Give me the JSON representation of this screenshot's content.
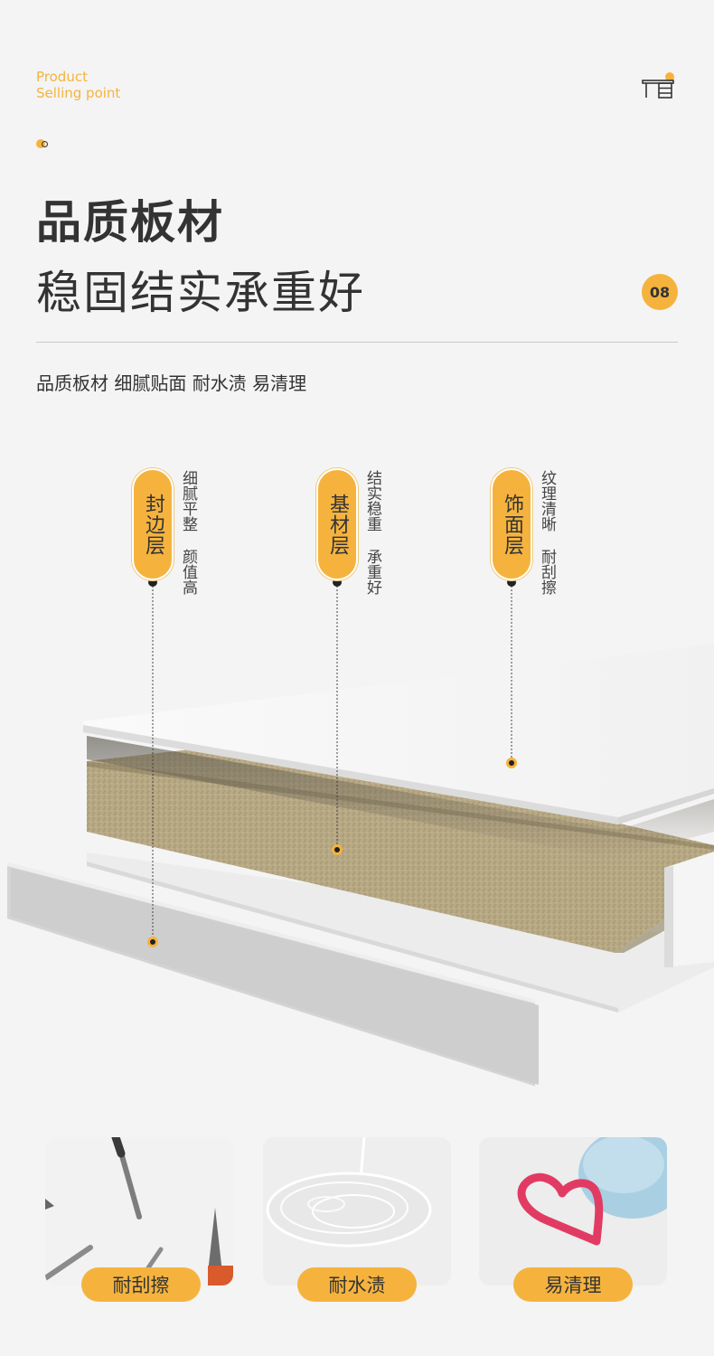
{
  "header": {
    "eyebrow_line1": "Product",
    "eyebrow_line2": "Selling point",
    "title_bold": "品质板材",
    "title_light": "稳固结实承重好",
    "badge": "08",
    "subtitle": "品质板材 细腻贴面 耐水渍 易清理"
  },
  "layers": [
    {
      "name": "封边层",
      "desc_1": "细腻平整",
      "desc_2": "颜值高"
    },
    {
      "name": "基材层",
      "desc_1": "结实稳重",
      "desc_2": "承重好"
    },
    {
      "name": "饰面层",
      "desc_1": "纹理清晰",
      "desc_2": "耐刮擦"
    }
  ],
  "features": [
    {
      "label": "耐刮擦",
      "icon": "tools-photo"
    },
    {
      "label": "耐水渍",
      "icon": "water-photo"
    },
    {
      "label": "易清理",
      "icon": "heart-cleaning-photo"
    }
  ],
  "colors": {
    "accent": "#f5b33e",
    "text": "#333333",
    "background": "#f4f4f4",
    "particle_board": "#b9aa86"
  }
}
